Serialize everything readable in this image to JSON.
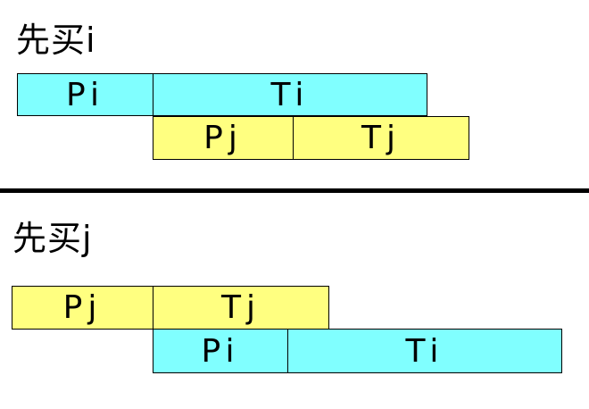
{
  "colors": {
    "i_fill": "#80ffff",
    "j_fill": "#ffff80",
    "outline": "#000000"
  },
  "scenario_i": {
    "heading": "先买i",
    "top_row": {
      "p": "Pi",
      "t": "Ti"
    },
    "bottom_row": {
      "p": "Pj",
      "t": "Tj"
    }
  },
  "scenario_j": {
    "heading": "先买j",
    "top_row": {
      "p": "Pj",
      "t": "Tj"
    },
    "bottom_row": {
      "p": "Pi",
      "t": "Ti"
    }
  }
}
